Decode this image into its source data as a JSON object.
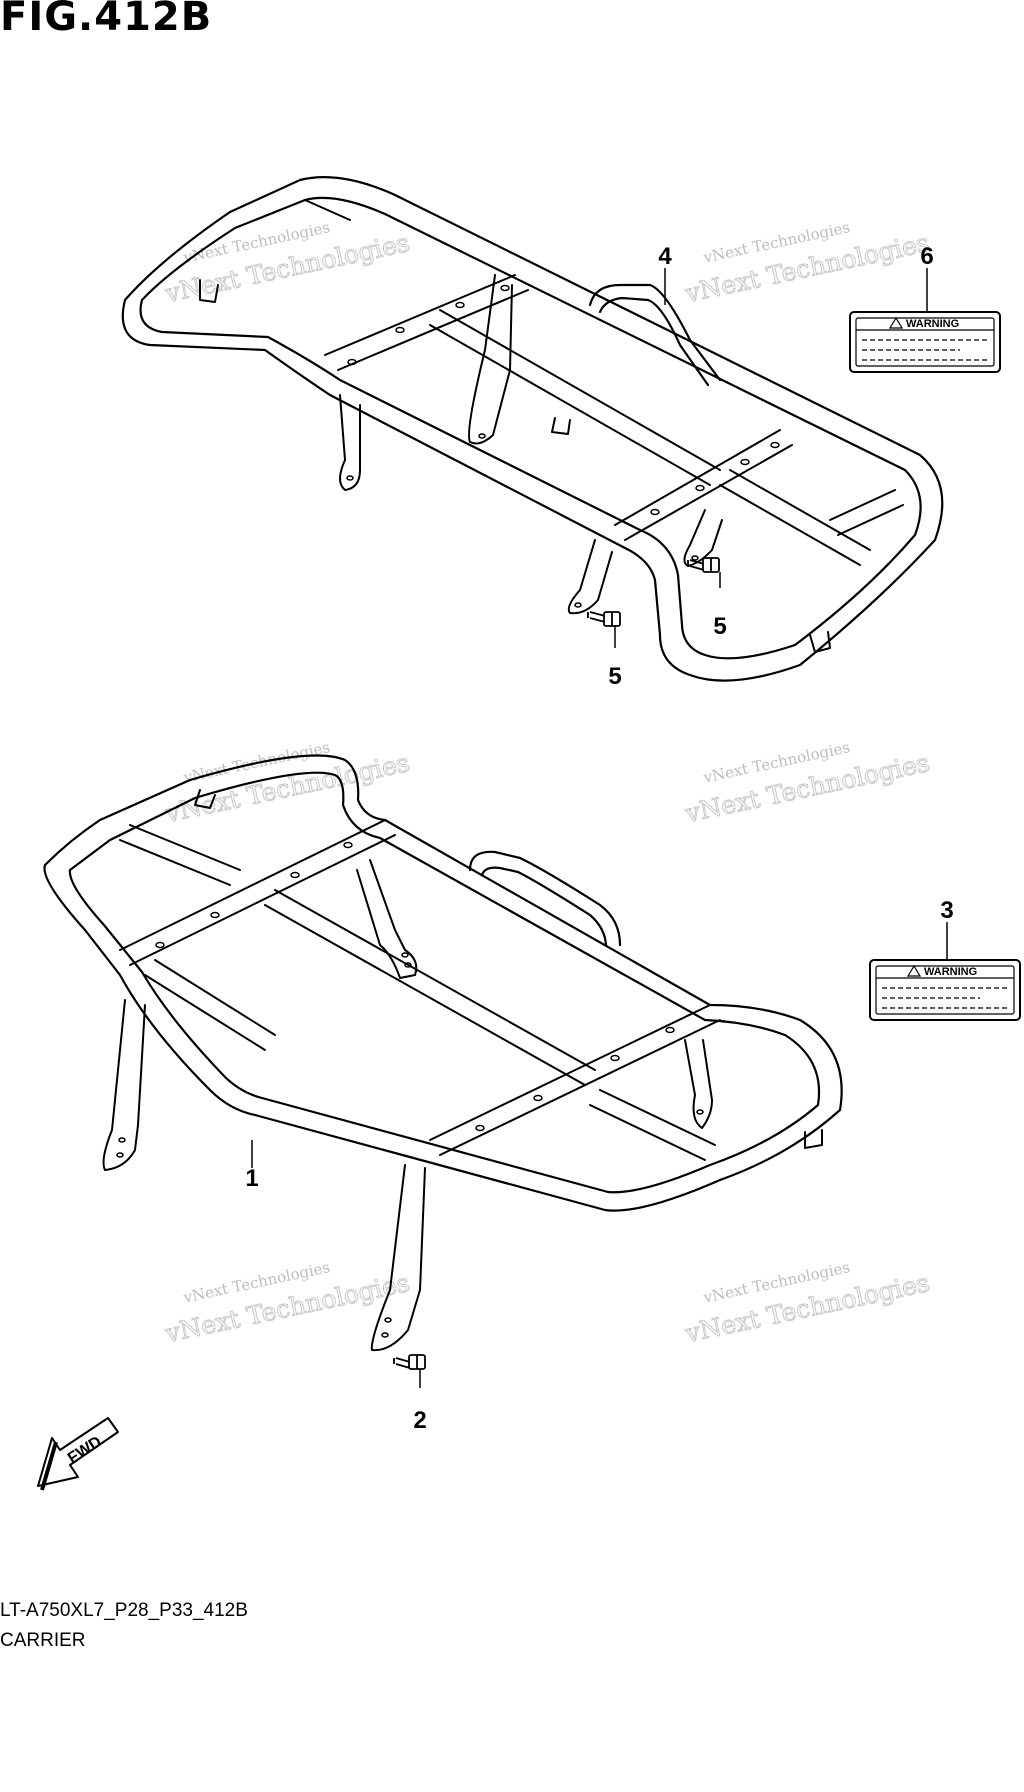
{
  "figure_title": "FIG.412B",
  "model_code": "LT-A750XL7_P28_P33_412B",
  "section_name": "CARRIER",
  "warning_label_text": "WARNING",
  "fwd_text": "FWD",
  "watermark": {
    "line1": "vNext Technologies",
    "line2": "vNext Technologies"
  },
  "callouts": {
    "c1": "1",
    "c2": "2",
    "c3": "3",
    "c4": "4",
    "c5a": "5",
    "c5b": "5",
    "c6": "6"
  }
}
